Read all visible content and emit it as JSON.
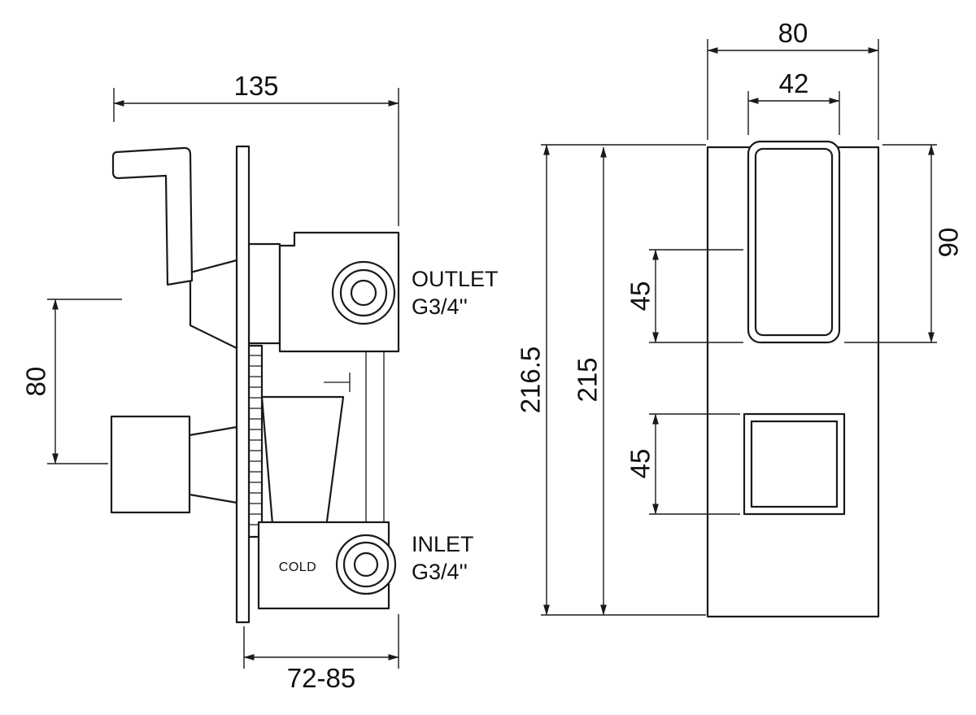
{
  "side_view": {
    "dims": {
      "overall_width": "135",
      "handle_spacing": "80",
      "recess_depth": "72-85"
    },
    "labels": {
      "outlet": "OUTLET",
      "outlet_thread": "G3/4''",
      "inlet": "INLET",
      "inlet_thread": "G3/4''",
      "cold": "COLD"
    }
  },
  "front_view": {
    "dims": {
      "plate_width": "80",
      "handle_width": "42",
      "overall_height": "216.5",
      "plate_height": "215",
      "handle_height": "90",
      "handle_offset": "45",
      "control_offset": "45"
    }
  },
  "style": {
    "line_color": "#1a1a1a",
    "background": "#ffffff"
  }
}
